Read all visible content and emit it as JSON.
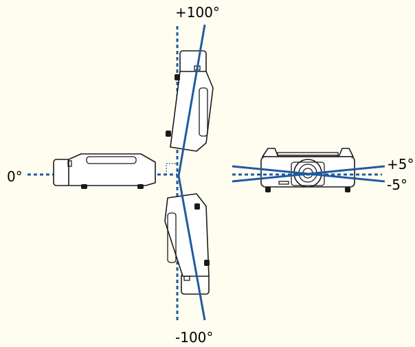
{
  "labels": {
    "top": "+100°",
    "bottom": "-100°",
    "left": "0°",
    "right_up": "+5°",
    "right_down": "-5°"
  },
  "colors": {
    "background": "#fffdf0",
    "line": "#1f5aa0",
    "outline": "#1a1a1a"
  },
  "angles": {
    "vertical_tilt_max": 100,
    "vertical_tilt_min": -100,
    "horizontal_reference": 0,
    "side_tilt_max": 5,
    "side_tilt_min": -5
  }
}
